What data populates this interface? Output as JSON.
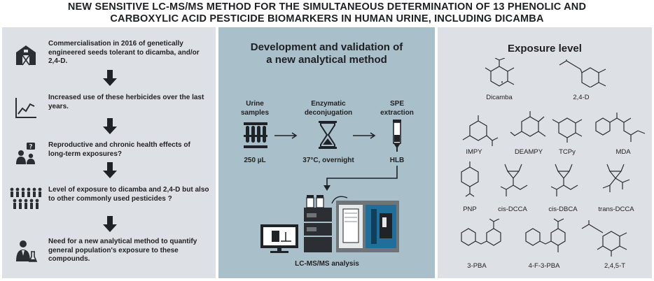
{
  "title": {
    "line1": "NEW SENSITIVE LC-MS/MS METHOD FOR THE SIMULTANEOUS DETERMINATION OF 13 PHENOLIC AND",
    "line2": "CARBOXYLIC ACID PESTICIDE BIOMARKERS IN HUMAN URINE, INCLUDING DICAMBA"
  },
  "left_steps": [
    {
      "icon": "barn-icon",
      "text": "Commercialisation in 2016 of genetically engineered seeds tolerant to dicamba, and/or 2,4-D."
    },
    {
      "icon": "trend-chart-icon",
      "text": "Increased use of these herbicides over the last years."
    },
    {
      "icon": "family-question-icon",
      "text": "Reproductive and chronic health effects of long-term exposures?"
    },
    {
      "icon": "crowd-icon",
      "text": "Level of exposure to dicamba and 2,4-D but also to other commonly used pesticides ?"
    },
    {
      "icon": "scientist-icon",
      "text": "Need for a new analytical method to quantify general population's exposure to these compounds."
    }
  ],
  "middle": {
    "title_line1": "Development and validation of",
    "title_line2": "a new analytical method",
    "steps": [
      {
        "label1": "Urine",
        "label2": "samples",
        "icon": "test-tubes-icon",
        "value": "250 µL"
      },
      {
        "label1": "Enzymatic",
        "label2": "deconjugation",
        "icon": "hourglass-icon",
        "value": "37°C, overnight"
      },
      {
        "label1": "SPE",
        "label2": "extraction",
        "icon": "spe-cartridge-icon",
        "value": "HLB"
      }
    ],
    "instrument_label": "LC-MS/MS analysis"
  },
  "right": {
    "title": "Exposure level",
    "compounds": [
      "Dicamba",
      "2,4-D",
      "IMPY",
      "DEAMPY",
      "TCPy",
      "MDA",
      "PNP",
      "cis-DCCA",
      "cis-DBCA",
      "trans-DCCA",
      "3-PBA",
      "4-F-3-PBA",
      "2,4,5-T"
    ]
  },
  "colors": {
    "side_panel": "#dde0e5",
    "middle_panel": "#a9bfc9",
    "dark": "#1f2226"
  }
}
